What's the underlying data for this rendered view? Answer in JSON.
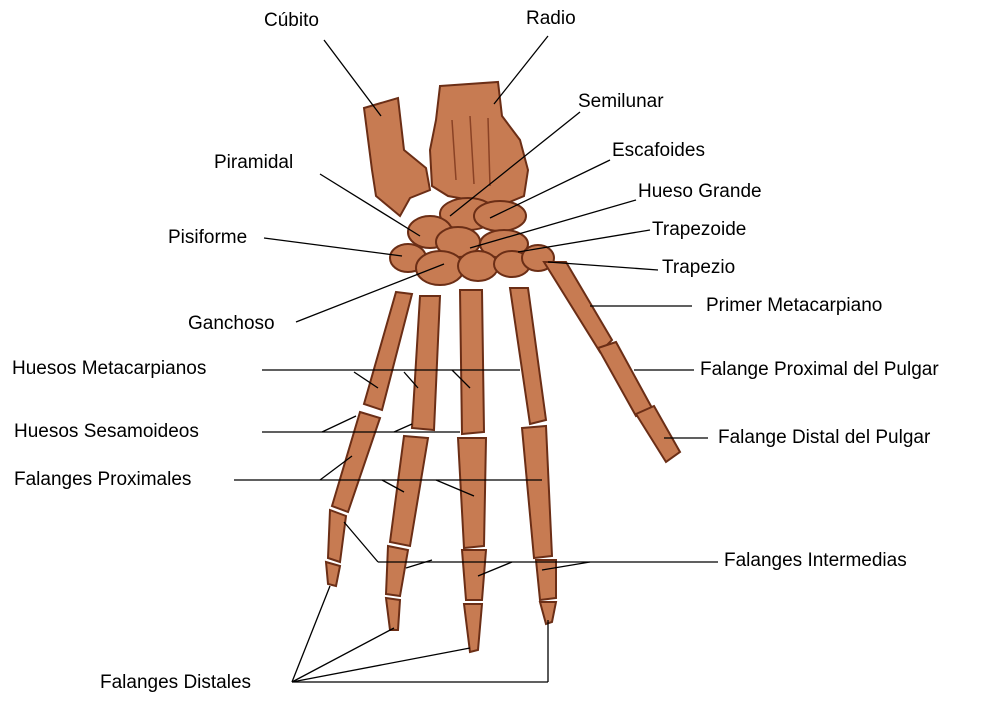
{
  "diagram": {
    "colors": {
      "background": "#ffffff",
      "bone_fill": "#c77b52",
      "bone_outline": "#6b2e16",
      "bone_highlight": "#e3a47d",
      "leader_line": "#000000"
    },
    "labels": {
      "cubito": "Cúbito",
      "radio": "Radio",
      "semilunar": "Semilunar",
      "escafoides": "Escafoides",
      "piramidal": "Piramidal",
      "hueso_grande": "Hueso Grande",
      "pisiforme": "Pisiforme",
      "trapezoide": "Trapezoide",
      "trapezio": "Trapezio",
      "ganchoso": "Ganchoso",
      "primer_metacarpiano": "Primer Metacarpiano",
      "huesos_metacarpianos": "Huesos Metacarpianos",
      "falange_proximal_pulgar": "Falange Proximal del Pulgar",
      "huesos_sesamoideos": "Huesos Sesamoideos",
      "falange_distal_pulgar": "Falange Distal del Pulgar",
      "falanges_proximales": "Falanges Proximales",
      "falanges_intermedias": "Falanges Intermedias",
      "falanges_distales": "Falanges Distales"
    }
  }
}
